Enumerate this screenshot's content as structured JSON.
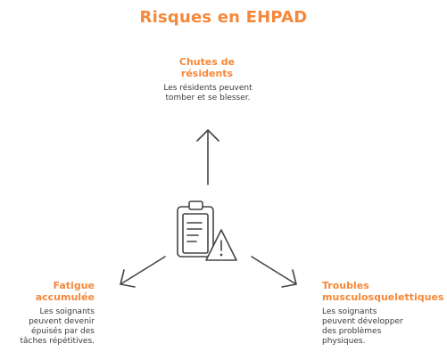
{
  "title": "Risques en EHPAD",
  "colors": {
    "accent": "#f5883a",
    "text": "#3a3a3a",
    "stroke": "#444444"
  },
  "center_icon": "clipboard-warning-icon",
  "nodes": {
    "top": {
      "heading": "Chutes de résidents",
      "heading_lines": [
        "Chutes de",
        "résidents"
      ],
      "desc_lines": [
        "Les résidents peuvent",
        "tomber et se blesser."
      ]
    },
    "left": {
      "heading_lines": [
        "Fatigue",
        "accumulée"
      ],
      "desc_lines": [
        "Les soignants",
        "peuvent devenir",
        "épuisés par des",
        "tâches répétitives."
      ]
    },
    "right": {
      "heading_lines": [
        "Troubles",
        "musculosquelettiques"
      ],
      "desc_lines": [
        "Les soignants",
        "peuvent développer",
        "des problèmes",
        "physiques."
      ]
    }
  }
}
